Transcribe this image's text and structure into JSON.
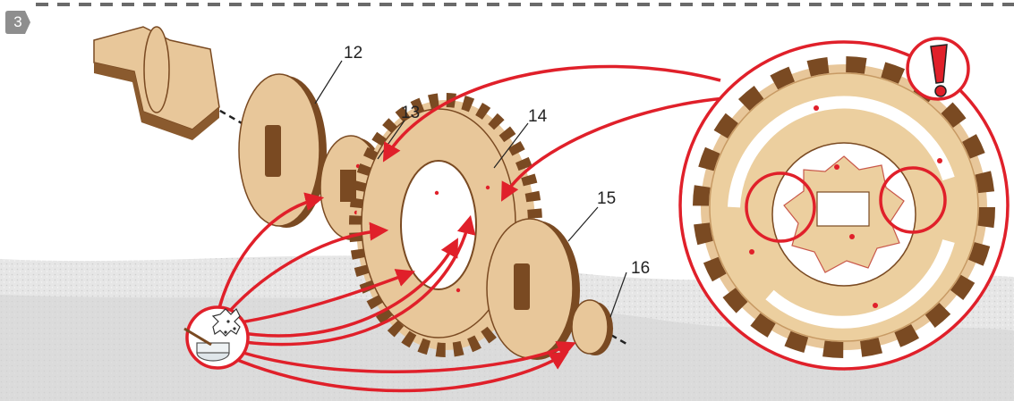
{
  "step": {
    "number": "3"
  },
  "parts": [
    {
      "id": "12",
      "label": "12"
    },
    {
      "id": "13",
      "label": "13"
    },
    {
      "id": "14",
      "label": "14"
    },
    {
      "id": "15",
      "label": "15"
    },
    {
      "id": "16",
      "label": "16"
    }
  ],
  "colors": {
    "wood": "#e8c79a",
    "wood_edge": "#7a4a22",
    "arrow": "#e0202a",
    "badge": "#8e8e8e"
  },
  "icons": [
    "glue-pot-icon",
    "warning-exclamation-icon",
    "axle-line"
  ]
}
